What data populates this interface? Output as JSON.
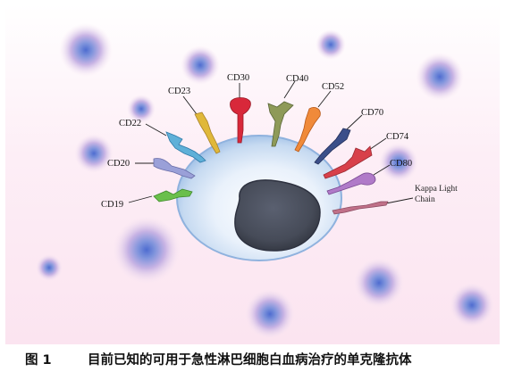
{
  "figure": {
    "markers": [
      {
        "key": "cd19",
        "label": "CD19",
        "color": "#6abf4b"
      },
      {
        "key": "cd20",
        "label": "CD20",
        "color": "#9aa0d8"
      },
      {
        "key": "cd22",
        "label": "CD22",
        "color": "#5fb0d8"
      },
      {
        "key": "cd23",
        "label": "CD23",
        "color": "#e0b83a"
      },
      {
        "key": "cd30",
        "label": "CD30",
        "color": "#d8283a"
      },
      {
        "key": "cd40",
        "label": "CD40",
        "color": "#8e9a58"
      },
      {
        "key": "cd52",
        "label": "CD52",
        "color": "#f08a3a"
      },
      {
        "key": "cd70",
        "label": "CD70",
        "color": "#3b4f8a"
      },
      {
        "key": "cd74",
        "label": "CD74",
        "color": "#d8404a"
      },
      {
        "key": "cd80",
        "label": "CD80",
        "color": "#b07ac8"
      }
    ],
    "kappa": {
      "line1": "Kappa Light",
      "line2": "Chain",
      "color": "#c07088"
    },
    "colors": {
      "background": "#fdeef6",
      "cell_membrane": "#bcd3ee",
      "nucleus": "#4a5060",
      "satellite_halo": "#c8a4dc",
      "satellite_core": "#6e88d6"
    }
  },
  "caption": {
    "figure_number": "图 1",
    "text": "目前已知的可用于急性淋巴细胞白血病治疗的单克隆抗体"
  }
}
